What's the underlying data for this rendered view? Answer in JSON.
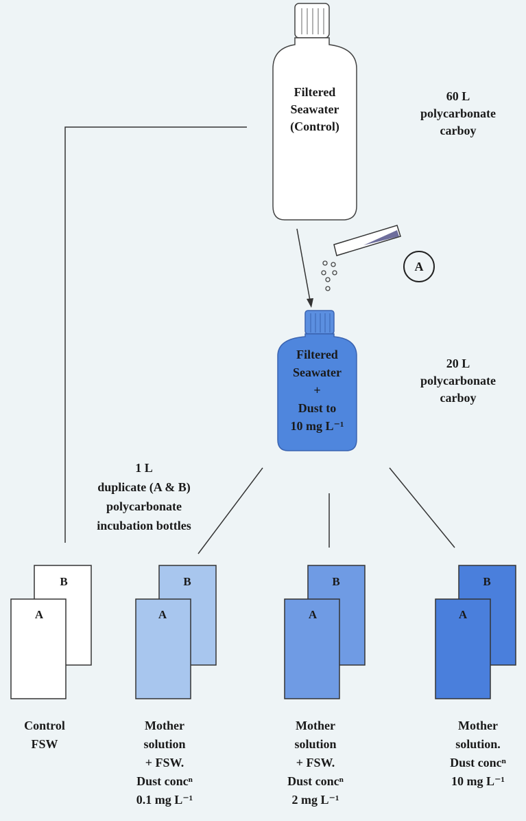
{
  "carboy_60": {
    "contents": [
      "Filtered",
      "Seawater",
      "(Control)"
    ],
    "caption": [
      "60 L",
      "polycarbonate",
      "carboy"
    ]
  },
  "carboy_20": {
    "contents": [
      "Filtered",
      "Seawater",
      "+",
      "Dust to",
      "10 mg L⁻¹"
    ],
    "caption": [
      "20 L",
      "polycarbonate",
      "carboy"
    ]
  },
  "dust_marker": "A",
  "incubation_note": [
    "1 L",
    "duplicate (A & B)",
    "polycarbonate",
    "incubation bottles"
  ],
  "bottle_labels": {
    "front": "A",
    "back": "B"
  },
  "treatments": [
    {
      "lines": [
        "Control",
        "FSW"
      ],
      "color": "#ffffff"
    },
    {
      "lines": [
        "Mother",
        "solution",
        "+ FSW.",
        "Dust concⁿ",
        "0.1 mg L⁻¹"
      ],
      "color": "#a8c6ee"
    },
    {
      "lines": [
        "Mother",
        "solution",
        "+ FSW.",
        "Dust concⁿ",
        "2 mg L⁻¹"
      ],
      "color": "#6f9be4"
    },
    {
      "lines": [
        "Mother",
        "solution.",
        "Dust concⁿ",
        "10 mg L⁻¹"
      ],
      "color": "#4a7fdc"
    }
  ],
  "colors": {
    "background": "#eef4f6",
    "carboy_20_fill": "#4f86dd",
    "cap_20_fill": "#5b8fe0",
    "line": "#333333"
  }
}
